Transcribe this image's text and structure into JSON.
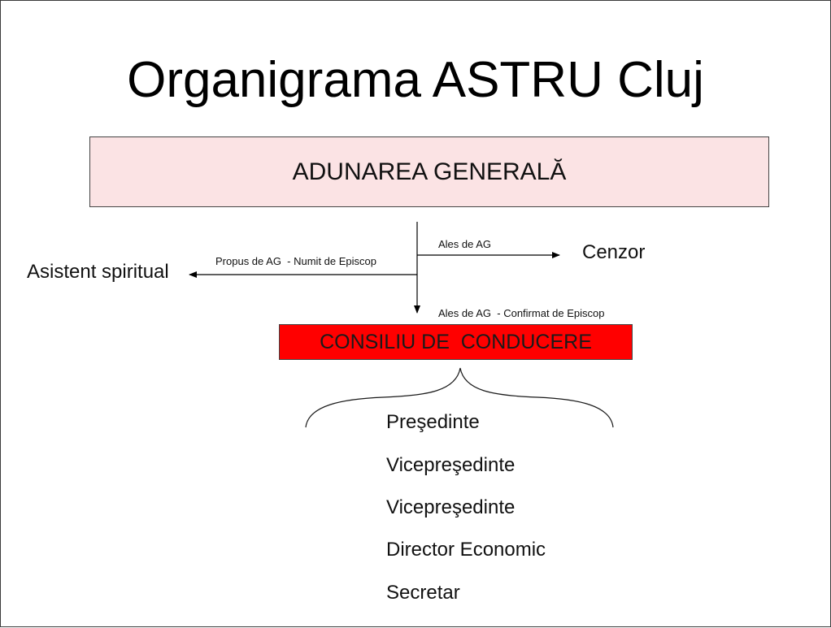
{
  "title": "Organigrama ASTRU Cluj",
  "general_assembly": "ADUNAREA GENERALĂ",
  "censor": {
    "label": "Cenzor",
    "relation": "Ales de AG"
  },
  "spiritual_assistant": {
    "label": "Asistent spiritual",
    "relation": "Propus de AG  - Numit de Episcop"
  },
  "board": {
    "label": "CONSILIU DE  CONDUCERE",
    "relation": "Ales de AG  - Confirmat de Episcop"
  },
  "members": [
    "Preşedinte",
    "Vicepreşedinte",
    "Vicepreşedinte",
    "Director Economic",
    "Secretar"
  ],
  "colors": {
    "general_assembly_fill": "#fbe3e4",
    "board_fill": "#ff0000",
    "line": "#000000"
  }
}
